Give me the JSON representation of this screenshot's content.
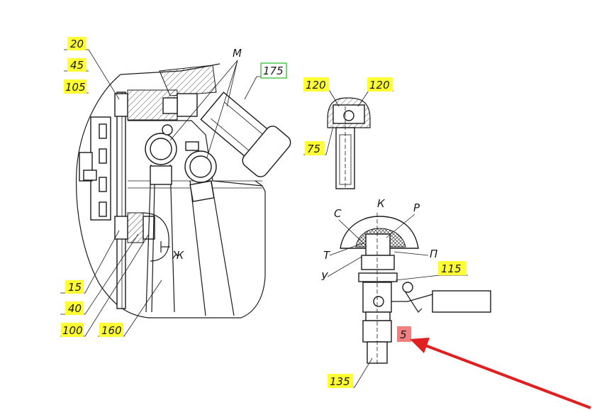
{
  "labels": {
    "l20": "20",
    "l45": "45",
    "l105": "105",
    "l15": "15",
    "l40": "40",
    "l100": "100",
    "l160": "160",
    "l175": "175",
    "l120a": "120",
    "l120b": "120",
    "l75": "75",
    "l115": "115",
    "l5": "5",
    "l135": "135"
  },
  "letters": {
    "M": "М",
    "Zh": "Ж",
    "K": "К",
    "C": "С",
    "R": "Р",
    "T": "Т",
    "P": "П",
    "U": "У"
  },
  "colors": {
    "highlight": "#ffff33",
    "red_highlight": "#f08080",
    "arrow": "#e02020",
    "box_green": "#22bb22"
  }
}
